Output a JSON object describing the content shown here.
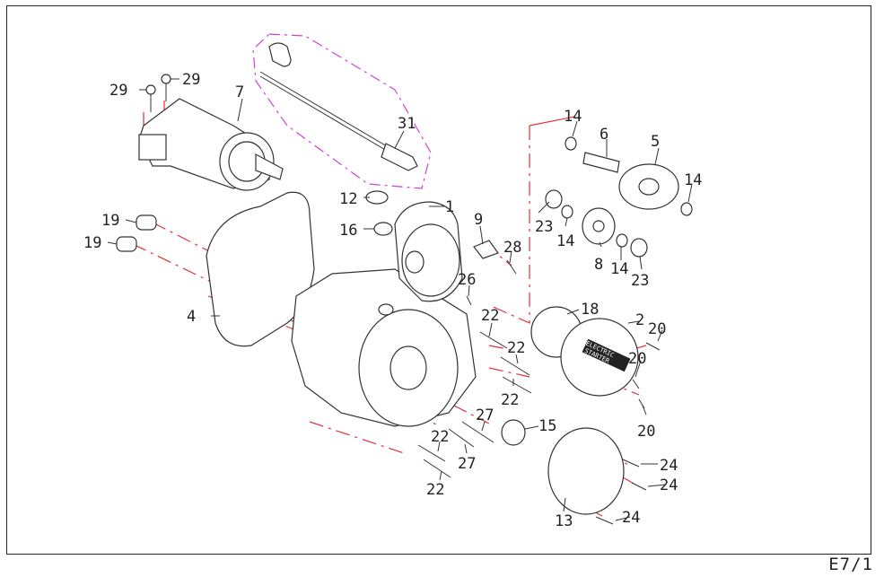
{
  "page_reference": "E7/1",
  "callouts": [
    {
      "id": "c1",
      "text": "1"
    },
    {
      "id": "c2",
      "text": "2"
    },
    {
      "id": "c4",
      "text": "4"
    },
    {
      "id": "c5",
      "text": "5"
    },
    {
      "id": "c6",
      "text": "6"
    },
    {
      "id": "c7",
      "text": "7"
    },
    {
      "id": "c8",
      "text": "8"
    },
    {
      "id": "c9",
      "text": "9"
    },
    {
      "id": "c12",
      "text": "12"
    },
    {
      "id": "c13",
      "text": "13"
    },
    {
      "id": "c14a",
      "text": "14"
    },
    {
      "id": "c14b",
      "text": "14"
    },
    {
      "id": "c14c",
      "text": "14"
    },
    {
      "id": "c14d",
      "text": "14"
    },
    {
      "id": "c15",
      "text": "15"
    },
    {
      "id": "c16",
      "text": "16"
    },
    {
      "id": "c18",
      "text": "18"
    },
    {
      "id": "c19a",
      "text": "19"
    },
    {
      "id": "c19b",
      "text": "19"
    },
    {
      "id": "c20a",
      "text": "20"
    },
    {
      "id": "c20b",
      "text": "20"
    },
    {
      "id": "c20c",
      "text": "20"
    },
    {
      "id": "c22a",
      "text": "22"
    },
    {
      "id": "c22b",
      "text": "22"
    },
    {
      "id": "c22c",
      "text": "22"
    },
    {
      "id": "c22d",
      "text": "22"
    },
    {
      "id": "c22e",
      "text": "22"
    },
    {
      "id": "c23a",
      "text": "23"
    },
    {
      "id": "c23b",
      "text": "23"
    },
    {
      "id": "c24a",
      "text": "24"
    },
    {
      "id": "c24b",
      "text": "24"
    },
    {
      "id": "c24c",
      "text": "24"
    },
    {
      "id": "c26",
      "text": "26"
    },
    {
      "id": "c27a",
      "text": "27"
    },
    {
      "id": "c27b",
      "text": "27"
    },
    {
      "id": "c28",
      "text": "28"
    },
    {
      "id": "c29a",
      "text": "29"
    },
    {
      "id": "c29b",
      "text": "29"
    },
    {
      "id": "c31",
      "text": "31"
    }
  ],
  "cover_text": {
    "line1": "ELECTRIC",
    "line2": "STARTER"
  },
  "colors": {
    "outline": "#333333",
    "explode_line": "#e0303a",
    "group_line": "#d040d8"
  }
}
